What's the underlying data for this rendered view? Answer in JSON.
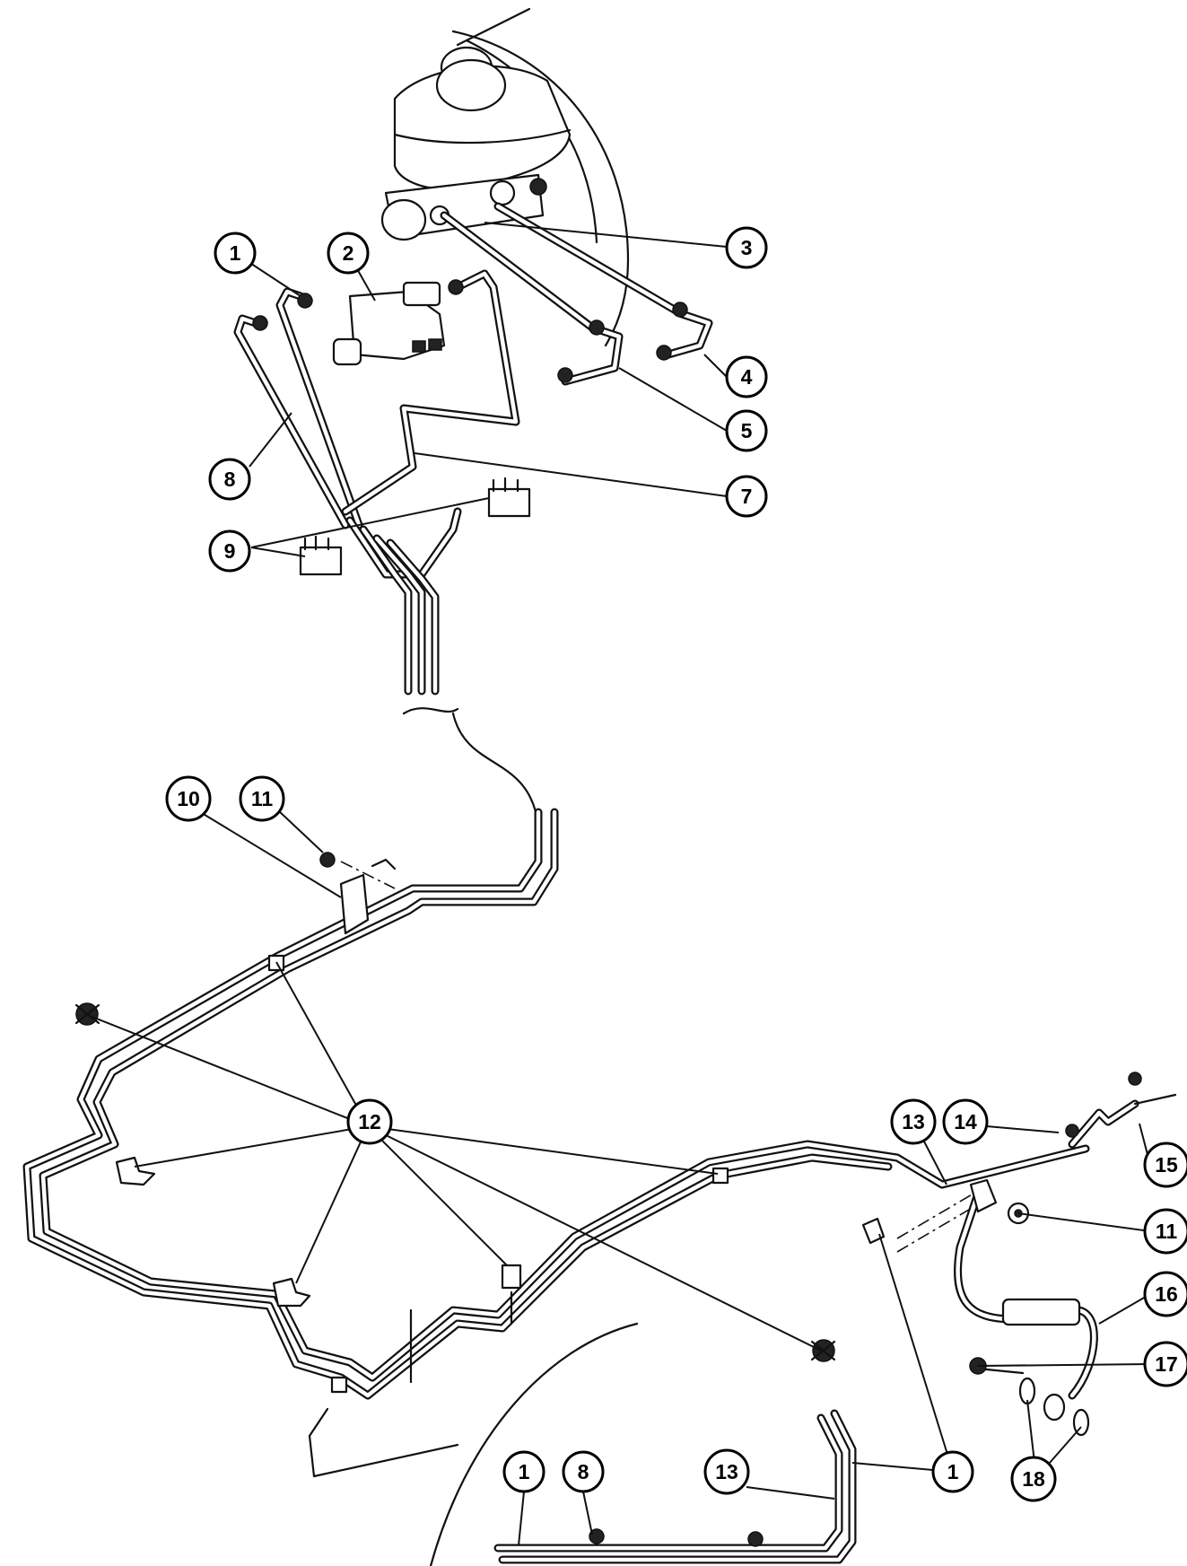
{
  "callouts": [
    {
      "id": "c1a",
      "label": "1"
    },
    {
      "id": "c2",
      "label": "2"
    },
    {
      "id": "c3",
      "label": "3"
    },
    {
      "id": "c4",
      "label": "4"
    },
    {
      "id": "c5",
      "label": "5"
    },
    {
      "id": "c7",
      "label": "7"
    },
    {
      "id": "c8a",
      "label": "8"
    },
    {
      "id": "c9",
      "label": "9"
    },
    {
      "id": "c10",
      "label": "10"
    },
    {
      "id": "c11a",
      "label": "11"
    },
    {
      "id": "c12",
      "label": "12"
    },
    {
      "id": "c13a",
      "label": "13"
    },
    {
      "id": "c14",
      "label": "14"
    },
    {
      "id": "c15",
      "label": "15"
    },
    {
      "id": "c11b",
      "label": "11"
    },
    {
      "id": "c16",
      "label": "16"
    },
    {
      "id": "c17",
      "label": "17"
    },
    {
      "id": "c18",
      "label": "18"
    },
    {
      "id": "c1b",
      "label": "1"
    },
    {
      "id": "c1c",
      "label": "1"
    },
    {
      "id": "c8b",
      "label": "8"
    },
    {
      "id": "c13b",
      "label": "13"
    }
  ]
}
